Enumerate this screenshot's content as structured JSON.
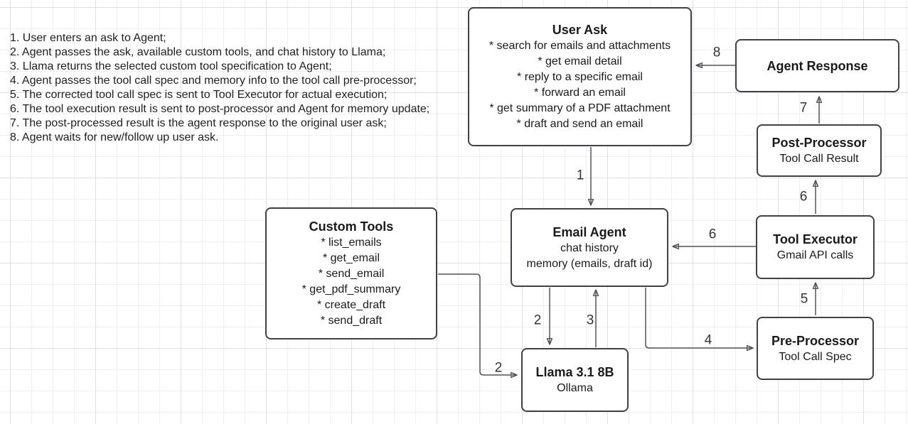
{
  "notes": {
    "steps": [
      "1. User enters an ask to Agent;",
      "2. Agent passes the ask, available custom tools, and chat history to Llama;",
      "3. Llama returns the selected custom tool specification to Agent;",
      "4. Agent passes the tool call spec and memory info to the tool call pre-processor;",
      "5. The corrected tool call spec is sent to Tool Executor for actual execution;",
      "6. The tool execution result is sent to post-processor and Agent for memory update;",
      "7. The post-processed result is the agent response to the original user ask;",
      "8. Agent waits for new/follow up user ask."
    ]
  },
  "nodes": {
    "user_ask": {
      "title": "User Ask",
      "lines": [
        "* search for emails and attachments",
        "* get email detail",
        "* reply to a specific email",
        "* forward an email",
        "* get summary of a PDF attachment",
        "* draft and send an email"
      ]
    },
    "agent_response": {
      "title": "Agent Response"
    },
    "post_processor": {
      "title": "Post-Processor",
      "subtitle": "Tool Call Result"
    },
    "email_agent": {
      "title": "Email Agent",
      "lines": [
        "chat history",
        "memory (emails, draft id)"
      ]
    },
    "tool_executor": {
      "title": "Tool Executor",
      "subtitle": "Gmail API calls"
    },
    "custom_tools": {
      "title": "Custom Tools",
      "lines": [
        "* list_emails",
        "* get_email",
        "* send_email",
        "* get_pdf_summary",
        "* create_draft",
        "* send_draft"
      ]
    },
    "pre_processor": {
      "title": "Pre-Processor",
      "subtitle": "Tool Call Spec"
    },
    "llama": {
      "title": "Llama 3.1 8B",
      "subtitle": "Ollama"
    }
  },
  "edge_labels": {
    "step1": "1",
    "step2_agent_llama": "2",
    "step2_tools_llama": "2",
    "step3": "3",
    "step4": "4",
    "step5": "5",
    "step6_horizontal": "6",
    "step6_vertical": "6",
    "step7": "7",
    "step8": "8"
  },
  "colors": {
    "box_border": "#40404a",
    "edge_stroke": "#52525c",
    "grid_minor": "#efeff1",
    "grid_major": "#e0e0e3",
    "background": "#ffffff",
    "text": "#1a1a1a"
  }
}
